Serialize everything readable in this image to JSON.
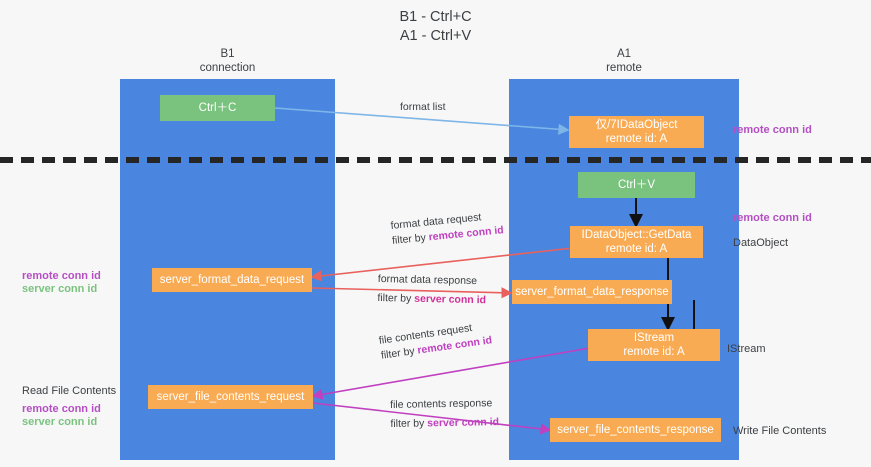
{
  "title": "B1 - Ctrl+C\nA1 - Ctrl+V",
  "lanes": [
    {
      "name": "b1",
      "header": "B1\nconnection"
    },
    {
      "name": "a1",
      "header": "A1\nremote"
    }
  ],
  "boxes": {
    "ctrl_c": "Ctrl＋C",
    "data_object": "仅/7IDataObject\nremote id: A",
    "ctrl_v": "Ctrl＋V",
    "get_data": "IDataObject::GetData\nremote id: A",
    "server_format_data_request": "server_format_data_request",
    "server_format_data_response": "server_format_data_response",
    "istream": "IStream\nremote id: A",
    "server_file_contents_request": "server_file_contents_request",
    "server_file_contents_response": "server_file_contents_response"
  },
  "edges": {
    "format_list": "format list",
    "format_data_request": "format data request",
    "format_data_request_filter_prefix": "filter by ",
    "format_data_request_filter_value": "remote conn id",
    "format_data_response": "format data response",
    "format_data_response_filter_prefix": "filter by ",
    "format_data_response_filter_value": "server conn id",
    "file_contents_request": "file contents request",
    "file_contents_request_filter_prefix": "filter by ",
    "file_contents_request_filter_value": "remote conn id",
    "file_contents_response": "file contents response",
    "file_contents_response_filter_prefix": "filter by ",
    "file_contents_response_filter_value": "server conn id"
  },
  "side_labels": {
    "right_remote_conn_id_top": "remote conn id",
    "right_remote_conn_id_mid": "remote conn id",
    "right_data_object": "DataObject",
    "right_istream": "IStream",
    "right_write_file_contents": "Write File Contents",
    "left_remote_conn_id_mid": "remote conn id",
    "left_server_conn_id_mid": "server conn id",
    "left_read_file_contents": "Read File Contents",
    "left_remote_conn_id_bottom": "remote conn id",
    "left_server_conn_id_bottom": "server conn id"
  },
  "colors": {
    "lane": "#4a86e0",
    "green_box": "#7ac37f",
    "orange_box": "#f9ab54",
    "magenta": "#b54fc4",
    "green_text": "#7ac37f",
    "arrow_blue": "#7eb6e8",
    "arrow_red": "#e8615c",
    "arrow_magenta": "#c040c0",
    "arrow_black": "#111111",
    "background": "#f7f7f7"
  }
}
